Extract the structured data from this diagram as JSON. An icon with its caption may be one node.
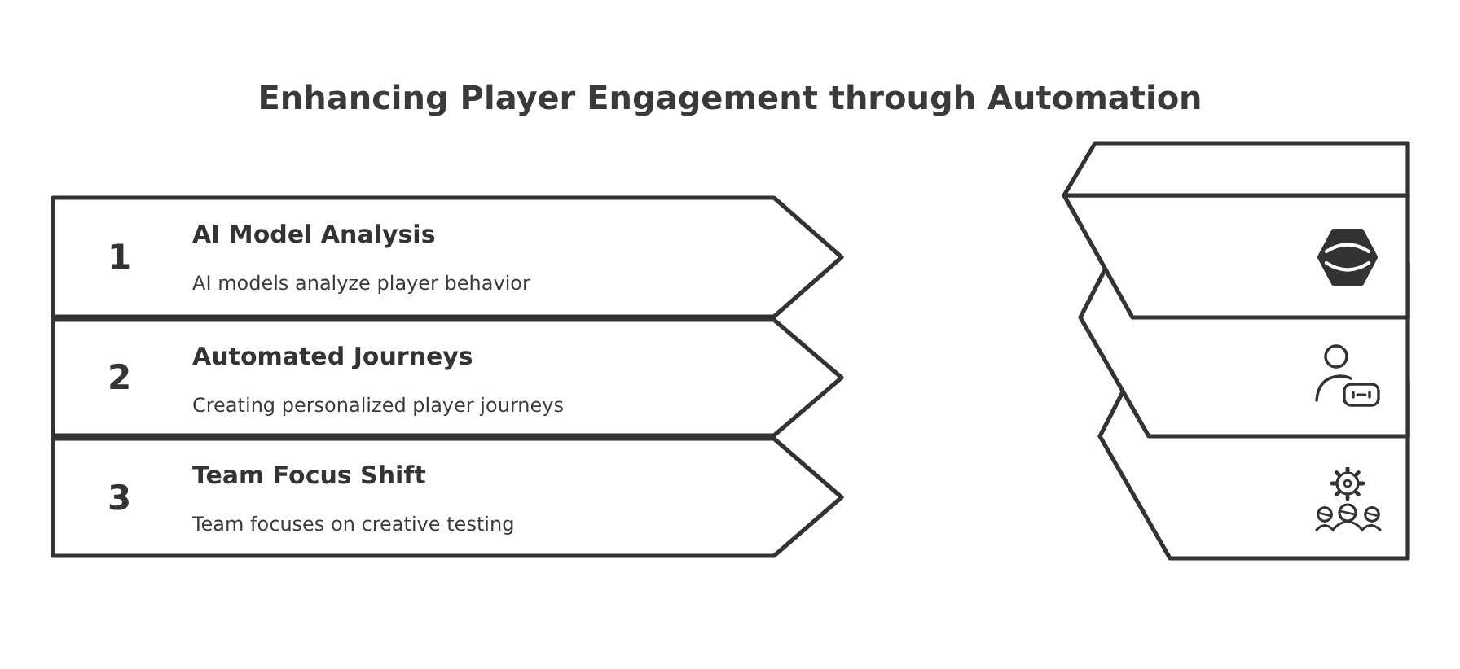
{
  "diagram": {
    "title": "Enhancing Player Engagement through Automation",
    "nodes": [
      {
        "text": [
          "1",
          "AI Model Analysis",
          "AI models analyze player behavior"
        ]
      },
      {
        "text": [
          "2",
          "Automated Journeys",
          "Creating personalized player journeys"
        ]
      },
      {
        "text": [
          "3",
          "Team Focus Shift",
          "Team focuses on creative testing"
        ]
      }
    ]
  }
}
